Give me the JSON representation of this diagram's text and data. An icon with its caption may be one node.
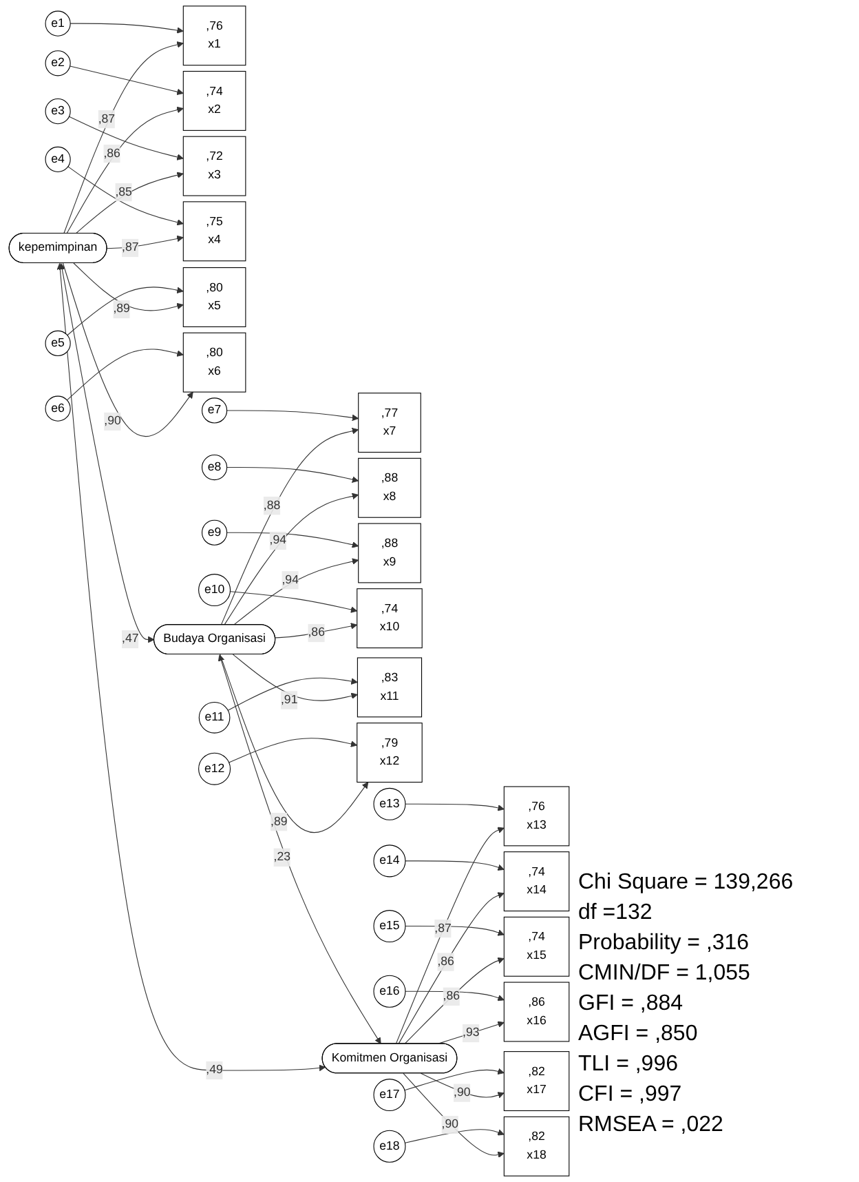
{
  "diagram": {
    "nodes": [
      {
        "text": [
          "e1"
        ]
      },
      {
        "text": [
          ",76",
          "x1"
        ]
      },
      {
        "text": [
          "e2"
        ]
      },
      {
        "text": [
          ",74",
          "x2"
        ]
      },
      {
        "text": [
          "e3"
        ]
      },
      {
        "text": [
          ",72",
          "x3"
        ]
      },
      {
        "text": [
          "e4"
        ]
      },
      {
        "text": [
          ",75",
          "x4"
        ]
      },
      {
        "text": [
          "e5"
        ]
      },
      {
        "text": [
          ",80",
          "x5"
        ]
      },
      {
        "text": [
          "e6"
        ]
      },
      {
        "text": [
          ",80",
          "x6"
        ]
      },
      {
        "text": [
          "kepemimpinan"
        ]
      },
      {
        "text": [
          "e7"
        ]
      },
      {
        "text": [
          ",77",
          "x7"
        ]
      },
      {
        "text": [
          "e8"
        ]
      },
      {
        "text": [
          ",88",
          "x8"
        ]
      },
      {
        "text": [
          "e9"
        ]
      },
      {
        "text": [
          ",88",
          "x9"
        ]
      },
      {
        "text": [
          "e10"
        ]
      },
      {
        "text": [
          ",74",
          "x10"
        ]
      },
      {
        "text": [
          "e11"
        ]
      },
      {
        "text": [
          ",83",
          "x11"
        ]
      },
      {
        "text": [
          "e12"
        ]
      },
      {
        "text": [
          ",79",
          "x12"
        ]
      },
      {
        "text": [
          "Budaya Organisasi"
        ]
      },
      {
        "text": [
          "e13"
        ]
      },
      {
        "text": [
          ",76",
          "x13"
        ]
      },
      {
        "text": [
          "e14"
        ]
      },
      {
        "text": [
          ",74",
          "x14"
        ]
      },
      {
        "text": [
          "e15"
        ]
      },
      {
        "text": [
          ",74",
          "x15"
        ]
      },
      {
        "text": [
          "e16"
        ]
      },
      {
        "text": [
          ",86",
          "x16"
        ]
      },
      {
        "text": [
          "e17"
        ]
      },
      {
        "text": [
          ",82",
          "x17"
        ]
      },
      {
        "text": [
          "e18"
        ]
      },
      {
        "text": [
          ",82",
          "x18"
        ]
      },
      {
        "text": [
          "Komitmen Organisasi"
        ]
      }
    ],
    "edges": [
      {
        "from": 0,
        "to": 1,
        "arrow": "to"
      },
      {
        "from": 2,
        "to": 3,
        "arrow": "to"
      },
      {
        "from": 4,
        "to": 5,
        "arrow": "to"
      },
      {
        "from": 6,
        "to": 7,
        "arrow": "to"
      },
      {
        "from": 8,
        "to": 9,
        "arrow": "to"
      },
      {
        "from": 10,
        "to": 11,
        "arrow": "to"
      },
      {
        "from": 12,
        "to": 1,
        "arrow": "to",
        "label": ",87"
      },
      {
        "from": 12,
        "to": 3,
        "arrow": "to",
        "label": ",86"
      },
      {
        "from": 12,
        "to": 5,
        "arrow": "to",
        "label": ",85"
      },
      {
        "from": 12,
        "to": 7,
        "arrow": "to",
        "label": ",87"
      },
      {
        "from": 12,
        "to": 9,
        "arrow": "to",
        "label": ",89"
      },
      {
        "from": 12,
        "to": 11,
        "arrow": "to",
        "label": ",90"
      },
      {
        "from": 13,
        "to": 14,
        "arrow": "to"
      },
      {
        "from": 15,
        "to": 16,
        "arrow": "to"
      },
      {
        "from": 17,
        "to": 18,
        "arrow": "to"
      },
      {
        "from": 19,
        "to": 20,
        "arrow": "to"
      },
      {
        "from": 21,
        "to": 22,
        "arrow": "to"
      },
      {
        "from": 23,
        "to": 24,
        "arrow": "to"
      },
      {
        "from": 25,
        "to": 14,
        "arrow": "to",
        "label": ",88"
      },
      {
        "from": 25,
        "to": 16,
        "arrow": "to",
        "label": ",94"
      },
      {
        "from": 25,
        "to": 18,
        "arrow": "to",
        "label": ",94"
      },
      {
        "from": 25,
        "to": 20,
        "arrow": "to",
        "label": ",86"
      },
      {
        "from": 25,
        "to": 22,
        "arrow": "to",
        "label": ",91"
      },
      {
        "from": 25,
        "to": 24,
        "arrow": "to",
        "label": ",89"
      },
      {
        "from": 26,
        "to": 27,
        "arrow": "to"
      },
      {
        "from": 28,
        "to": 29,
        "arrow": "to"
      },
      {
        "from": 30,
        "to": 31,
        "arrow": "to"
      },
      {
        "from": 32,
        "to": 33,
        "arrow": "to"
      },
      {
        "from": 34,
        "to": 35,
        "arrow": "to"
      },
      {
        "from": 36,
        "to": 37,
        "arrow": "to"
      },
      {
        "from": 38,
        "to": 27,
        "arrow": "to",
        "label": ",87"
      },
      {
        "from": 38,
        "to": 29,
        "arrow": "to",
        "label": ",86"
      },
      {
        "from": 38,
        "to": 31,
        "arrow": "to",
        "label": ",86"
      },
      {
        "from": 38,
        "to": 33,
        "arrow": "to",
        "label": ",93"
      },
      {
        "from": 38,
        "to": 35,
        "arrow": "to",
        "label": ",90"
      },
      {
        "from": 38,
        "to": 37,
        "arrow": "to",
        "label": ",90"
      },
      {
        "from": 12,
        "to": 25,
        "arrow": "both",
        "label": ",47"
      },
      {
        "from": 25,
        "to": 38,
        "arrow": "both",
        "label": ",23"
      },
      {
        "from": 12,
        "to": 38,
        "arrow": "both",
        "label": ",49"
      }
    ],
    "labels": [
      "Chi Square = 139,266",
      "df =132",
      "Probability = ,316",
      "CMIN/DF = 1,055",
      "GFI = ,884",
      "AGFI = ,850",
      "TLI = ,996",
      "CFI = ,997",
      "RMSEA = ,022"
    ]
  }
}
